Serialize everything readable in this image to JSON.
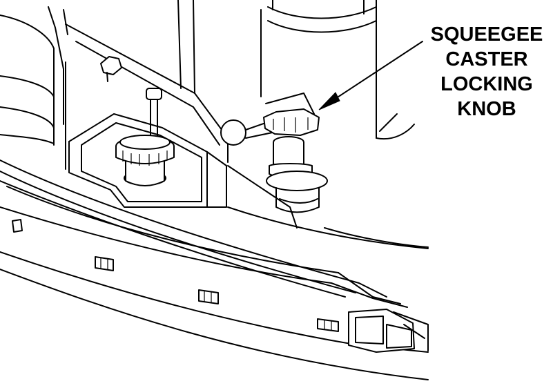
{
  "callout": {
    "lines": [
      "SQUEEGEE",
      "CASTER",
      "LOCKING",
      "KNOB"
    ]
  },
  "colors": {
    "line": "#000000",
    "background": "#ffffff"
  }
}
